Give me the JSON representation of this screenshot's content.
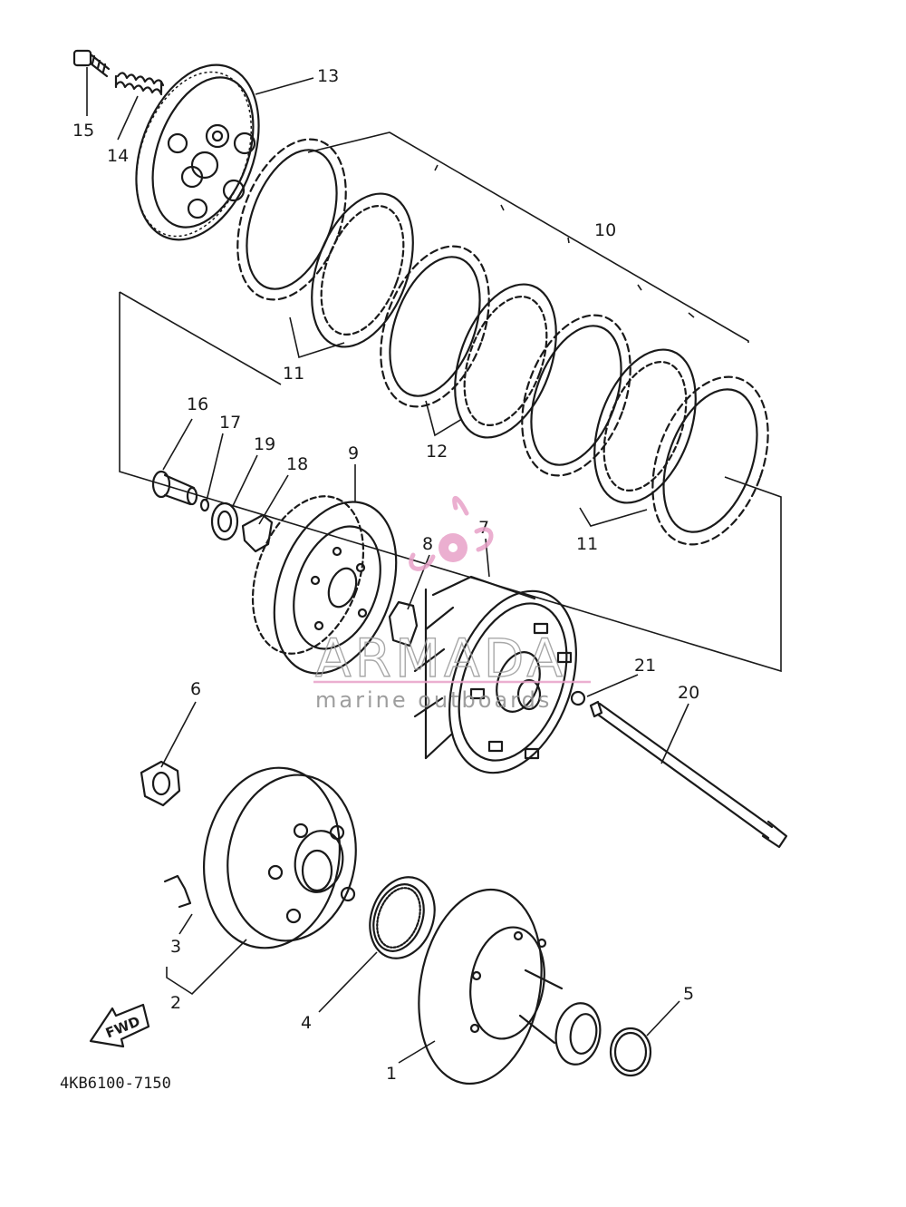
{
  "diagram": {
    "code": "4KB6100-7150",
    "fwd_label": "FWD",
    "callouts": {
      "p1": "1",
      "p2": "2",
      "p3": "3",
      "p4": "4",
      "p5": "5",
      "p6": "6",
      "p7": "7",
      "p8": "8",
      "p9": "9",
      "p10": "10",
      "p11a": "11",
      "p11b": "11",
      "p12": "12",
      "p13": "13",
      "p14": "14",
      "p15": "15",
      "p16": "16",
      "p17": "17",
      "p18": "18",
      "p19": "19",
      "p20": "20",
      "p21": "21"
    }
  },
  "watermark": {
    "brand": "ARMADA",
    "tagline": "marine outboards",
    "accent": "#e8a2c8"
  },
  "colors": {
    "line": "#1a1a1a",
    "background": "#ffffff"
  }
}
